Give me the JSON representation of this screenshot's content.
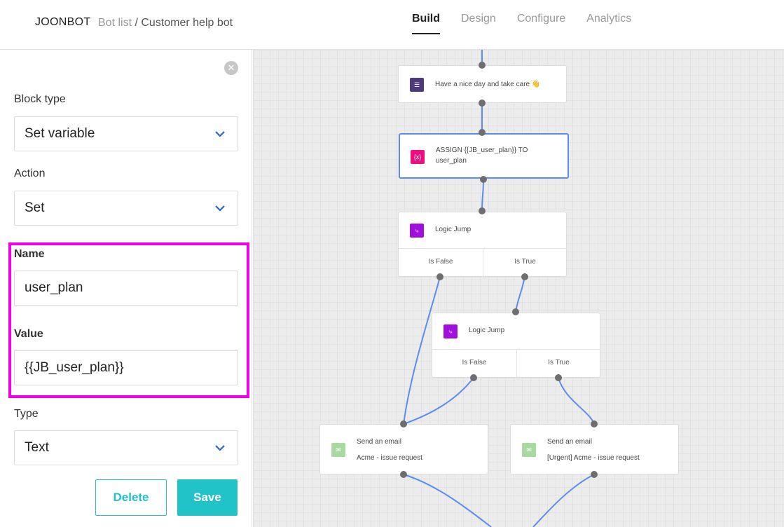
{
  "header": {
    "brand": "JOONBOT",
    "breadcrumb_parent": "Bot list",
    "breadcrumb_sep": " / ",
    "breadcrumb_current": "Customer help bot",
    "tabs": [
      {
        "label": "Build",
        "active": true
      },
      {
        "label": "Design",
        "active": false
      },
      {
        "label": "Configure",
        "active": false
      },
      {
        "label": "Analytics",
        "active": false
      }
    ]
  },
  "panel": {
    "block_type": {
      "label": "Block type",
      "value": "Set variable"
    },
    "action": {
      "label": "Action",
      "value": "Set"
    },
    "name": {
      "label": "Name",
      "value": "user_plan"
    },
    "value": {
      "label": "Value",
      "value": "{{JB_user_plan}}"
    },
    "type": {
      "label": "Type",
      "value": "Text"
    },
    "delete_label": "Delete",
    "save_label": "Save",
    "highlight_color": "#f000e6",
    "accent_color": "#21c2c8"
  },
  "canvas": {
    "nodes": [
      {
        "id": "msg",
        "text": "Have a nice day and take care 👋",
        "icon": "message-icon",
        "icon_color": "#4e3a7e"
      },
      {
        "id": "assign",
        "text": "ASSIGN {{JB_user_plan}} TO user_plan",
        "icon": "variable-icon",
        "icon_color": "#ee0e7e",
        "selected": true
      },
      {
        "id": "logic1",
        "text": "Logic Jump",
        "icon": "logic-jump-icon",
        "icon_color": "#a20ee0",
        "branches": [
          "Is False",
          "Is True"
        ]
      },
      {
        "id": "logic2",
        "text": "Logic Jump",
        "icon": "logic-jump-icon",
        "icon_color": "#a20ee0",
        "branches": [
          "Is False",
          "Is True"
        ]
      },
      {
        "id": "email1",
        "text": "Send an email",
        "subtext": "Acme - issue request",
        "icon": "email-icon",
        "icon_color": "#a7d9a0"
      },
      {
        "id": "email2",
        "text": "Send an email",
        "subtext": "[Urgent] Acme - issue request",
        "icon": "email-icon",
        "icon_color": "#a7d9a0"
      }
    ],
    "edge_color": "#5b8cf5"
  }
}
